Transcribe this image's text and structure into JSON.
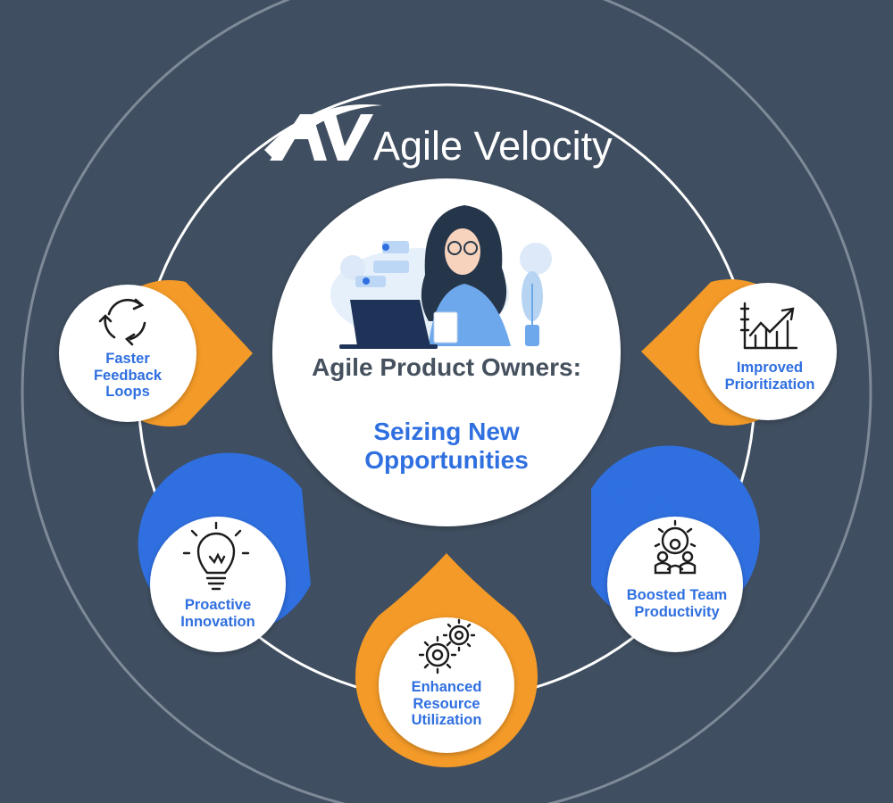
{
  "brand": {
    "logo_mark": "AV",
    "name": "Agile Velocity"
  },
  "center": {
    "title": "Agile Product Owners:",
    "highlight": "Seizing New Opportunities",
    "illustration": "woman-at-laptop-illustration"
  },
  "nodes": [
    {
      "id": "feedback",
      "label": "Faster Feedback Loops",
      "icon": "refresh-cycle-icon",
      "color": "#f39a28"
    },
    {
      "id": "prioritization",
      "label": "Improved Prioritization",
      "icon": "growth-chart-icon",
      "color": "#f39a28"
    },
    {
      "id": "innovation",
      "label": "Proactive Innovation",
      "icon": "lightbulb-icon",
      "color": "#2f6fe0"
    },
    {
      "id": "resource",
      "label": "Enhanced Resource Utilization",
      "icon": "gears-icon",
      "color": "#f39a28"
    },
    {
      "id": "productivity",
      "label": "Boosted Team Productivity",
      "icon": "team-gear-icon",
      "color": "#2f6fe0"
    }
  ],
  "colors": {
    "background": "#3f4e60",
    "orange": "#f39a28",
    "blue": "#2f6fe0",
    "title_dark": "#45515e"
  }
}
